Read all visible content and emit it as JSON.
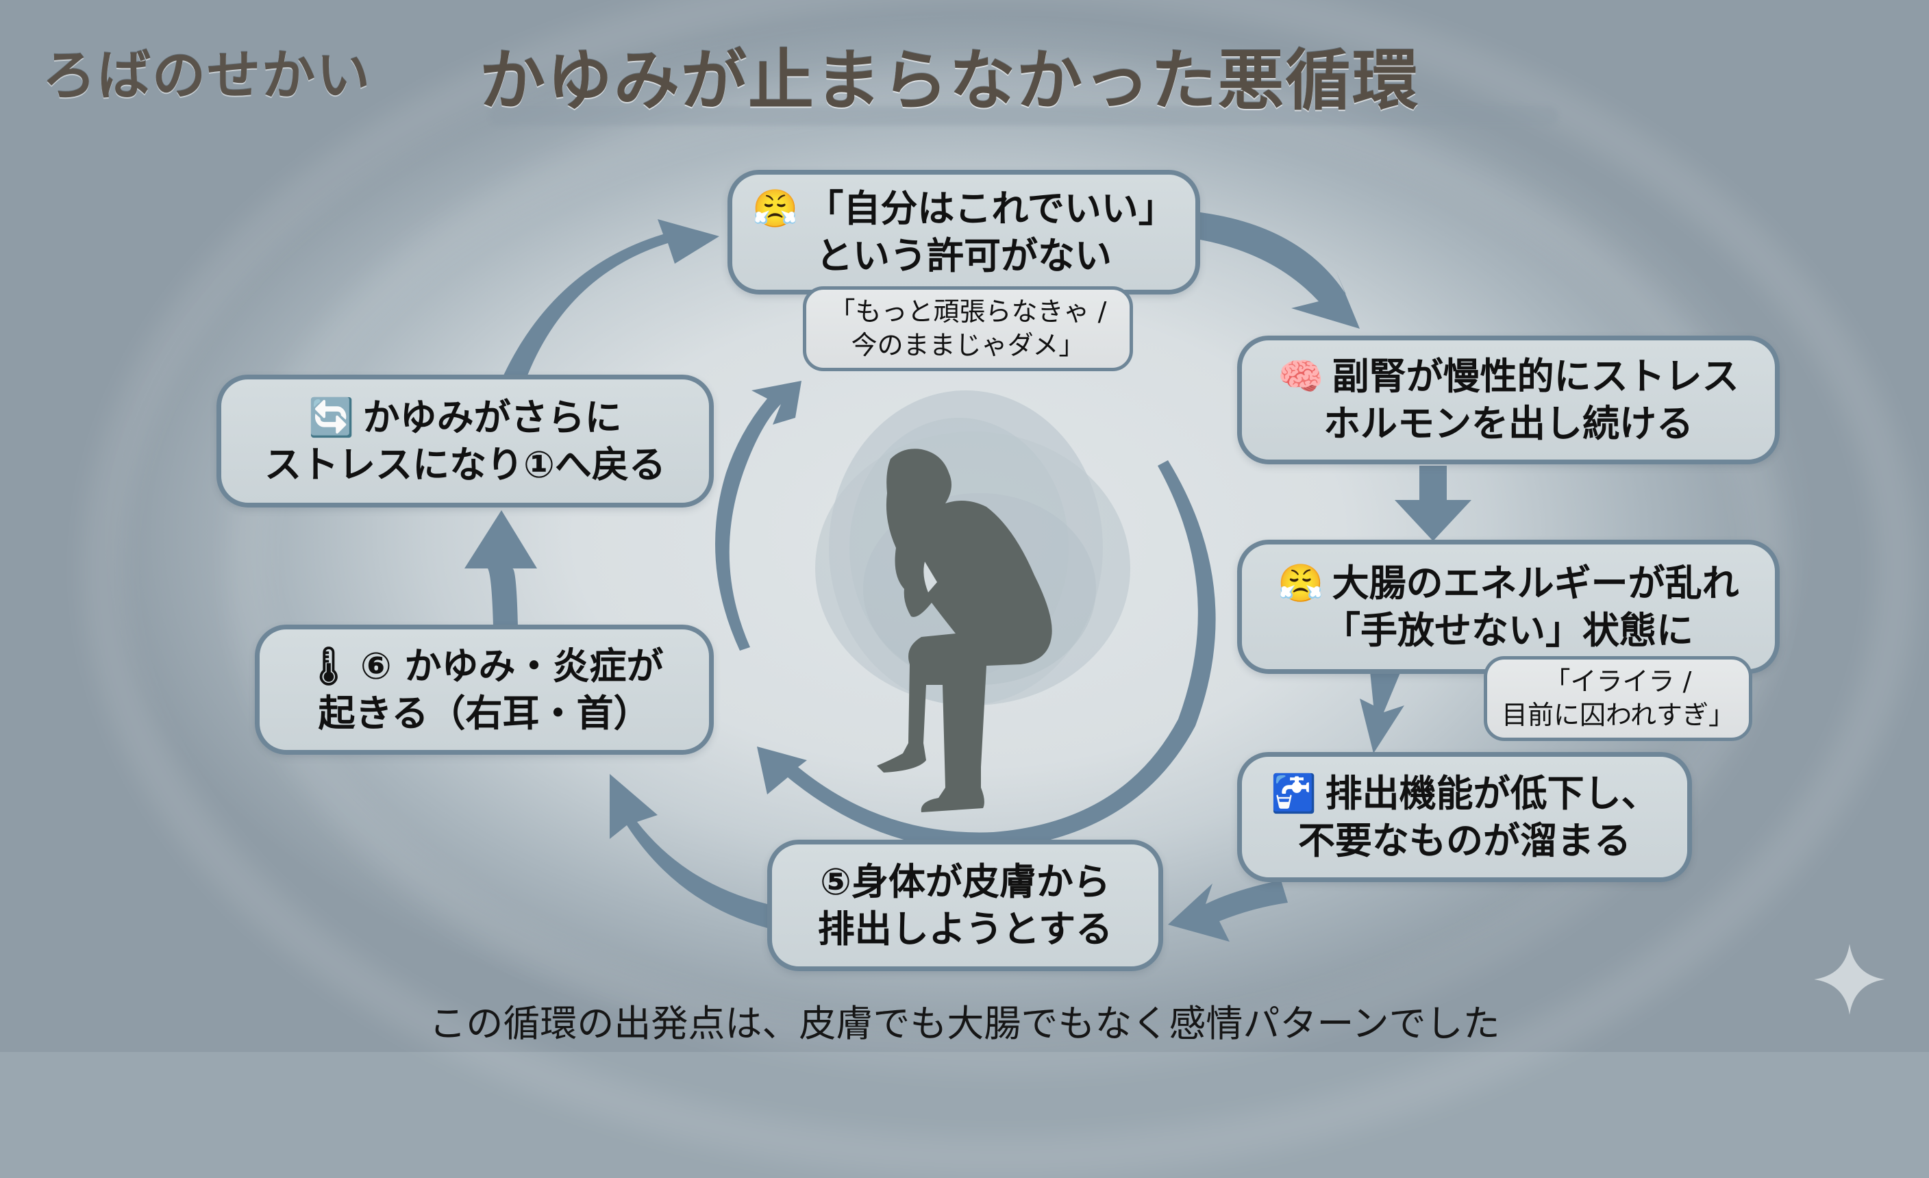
{
  "brand": "ろばのせかい",
  "title": "かゆみが止まらなかった悪循環",
  "colors": {
    "node_border": "#6e8698",
    "arrow": "#6d879b",
    "title_text": "#574f46",
    "body_text": "#111111",
    "figure": "#5e6664"
  },
  "nodes": [
    {
      "id": "step1",
      "icon": "huffing-face-icon",
      "icon_glyph": "😤",
      "lines": [
        "「自分はこれでいい」",
        "という許可がない"
      ],
      "note": [
        "「もっと頑張らなきゃ /",
        "今のままじゃダメ」"
      ]
    },
    {
      "id": "step2",
      "icon": "brain-icon",
      "icon_glyph": "🧠",
      "lines": [
        "副腎が慢性的にストレス",
        "ホルモンを出し続ける"
      ]
    },
    {
      "id": "step3",
      "icon": "huffing-face-icon",
      "icon_glyph": "😤",
      "lines": [
        "大腸のエネルギーが乱れ",
        "「手放せない」状態に"
      ],
      "note": [
        "「イライラ /",
        "目前に囚われすぎ」"
      ]
    },
    {
      "id": "step4",
      "icon": "pipe-icon",
      "icon_glyph": "🚰",
      "lines": [
        "排出機能が低下し、",
        "不要なものが溜まる"
      ]
    },
    {
      "id": "step5",
      "icon": "",
      "icon_glyph": "",
      "lines": [
        "⑤身体が皮膚から",
        "排出しようとする"
      ]
    },
    {
      "id": "step6",
      "icon": "thermometer-icon",
      "icon_glyph": "🌡",
      "lines": [
        "⑥ かゆみ・炎症が",
        "起きる（右耳・首）"
      ]
    },
    {
      "id": "step7",
      "icon": "repeat-arrows-icon",
      "icon_glyph": "🔄",
      "lines": [
        "かゆみがさらに",
        "ストレスになり①へ戻る"
      ]
    }
  ],
  "footer": "この循環の出発点は、皮膚でも大腸でもなく感情パターンでした"
}
